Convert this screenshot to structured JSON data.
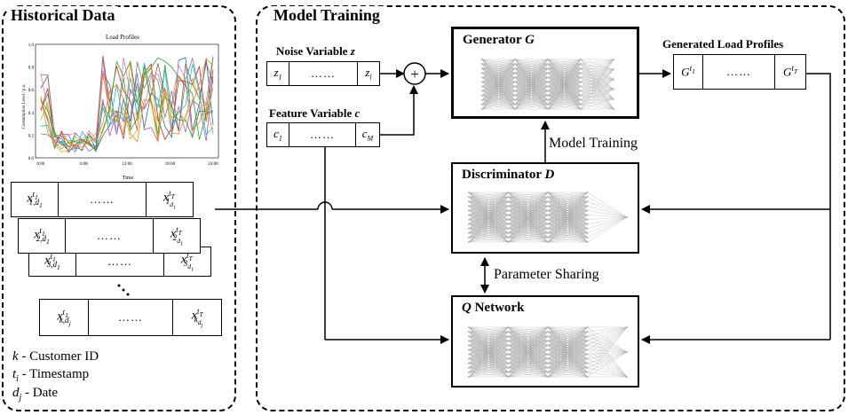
{
  "historical": {
    "title": "Historical Data",
    "chart": {
      "title": "Load Profiles",
      "ylabel": "Consumption Level / p.u.",
      "xlabel": "Time",
      "yticks": [
        "0.0",
        "0.2",
        "0.4",
        "0.6",
        "0.8",
        "1.0"
      ],
      "xticks": [
        "0:00",
        "6:00",
        "12:00",
        "18:00",
        "24:00"
      ]
    },
    "records": [
      {
        "first": "x",
        "first_sup": "t1",
        "first_sub": "1,d1",
        "dots": "……",
        "last": "x",
        "last_sup": "tT",
        "last_sub": "1d1"
      },
      {
        "first": "x",
        "first_sup": "t1",
        "first_sub": "2,d1",
        "dots": "……",
        "last": "x",
        "last_sup": "tT",
        "last_sub": "2d1"
      },
      {
        "first": "x",
        "first_sup": "t1",
        "first_sub": "3,d1",
        "dots": "……",
        "last": "x",
        "last_sup": "tT",
        "last_sub": "3d1"
      },
      {
        "first": "x",
        "first_sup": "t1",
        "first_sub": "k,dj",
        "dots": "……",
        "last": "x",
        "last_sup": "tT",
        "last_sub": "kdj"
      }
    ],
    "legend": [
      {
        "sym": "k",
        "text": " - Customer ID"
      },
      {
        "sym": "ti",
        "text": " - Timestamp"
      },
      {
        "sym": "dj",
        "text": " - Date"
      }
    ]
  },
  "training": {
    "title": "Model Training",
    "noise": {
      "label": "Noise Variable z",
      "first": "z1",
      "dots": "……",
      "last": "zl"
    },
    "feature": {
      "label": "Feature Variable c",
      "first": "c1",
      "dots": "……",
      "last": "cM"
    },
    "plus": "+",
    "generator": "Generator G",
    "generated": {
      "label": "Generated Load Profiles",
      "first": "Gt1",
      "dots": "……",
      "last": "GtT"
    },
    "model_training": "Model Training",
    "discriminator": "Discriminator D",
    "param_sharing": "Parameter Sharing",
    "qnet": "Q Network"
  }
}
